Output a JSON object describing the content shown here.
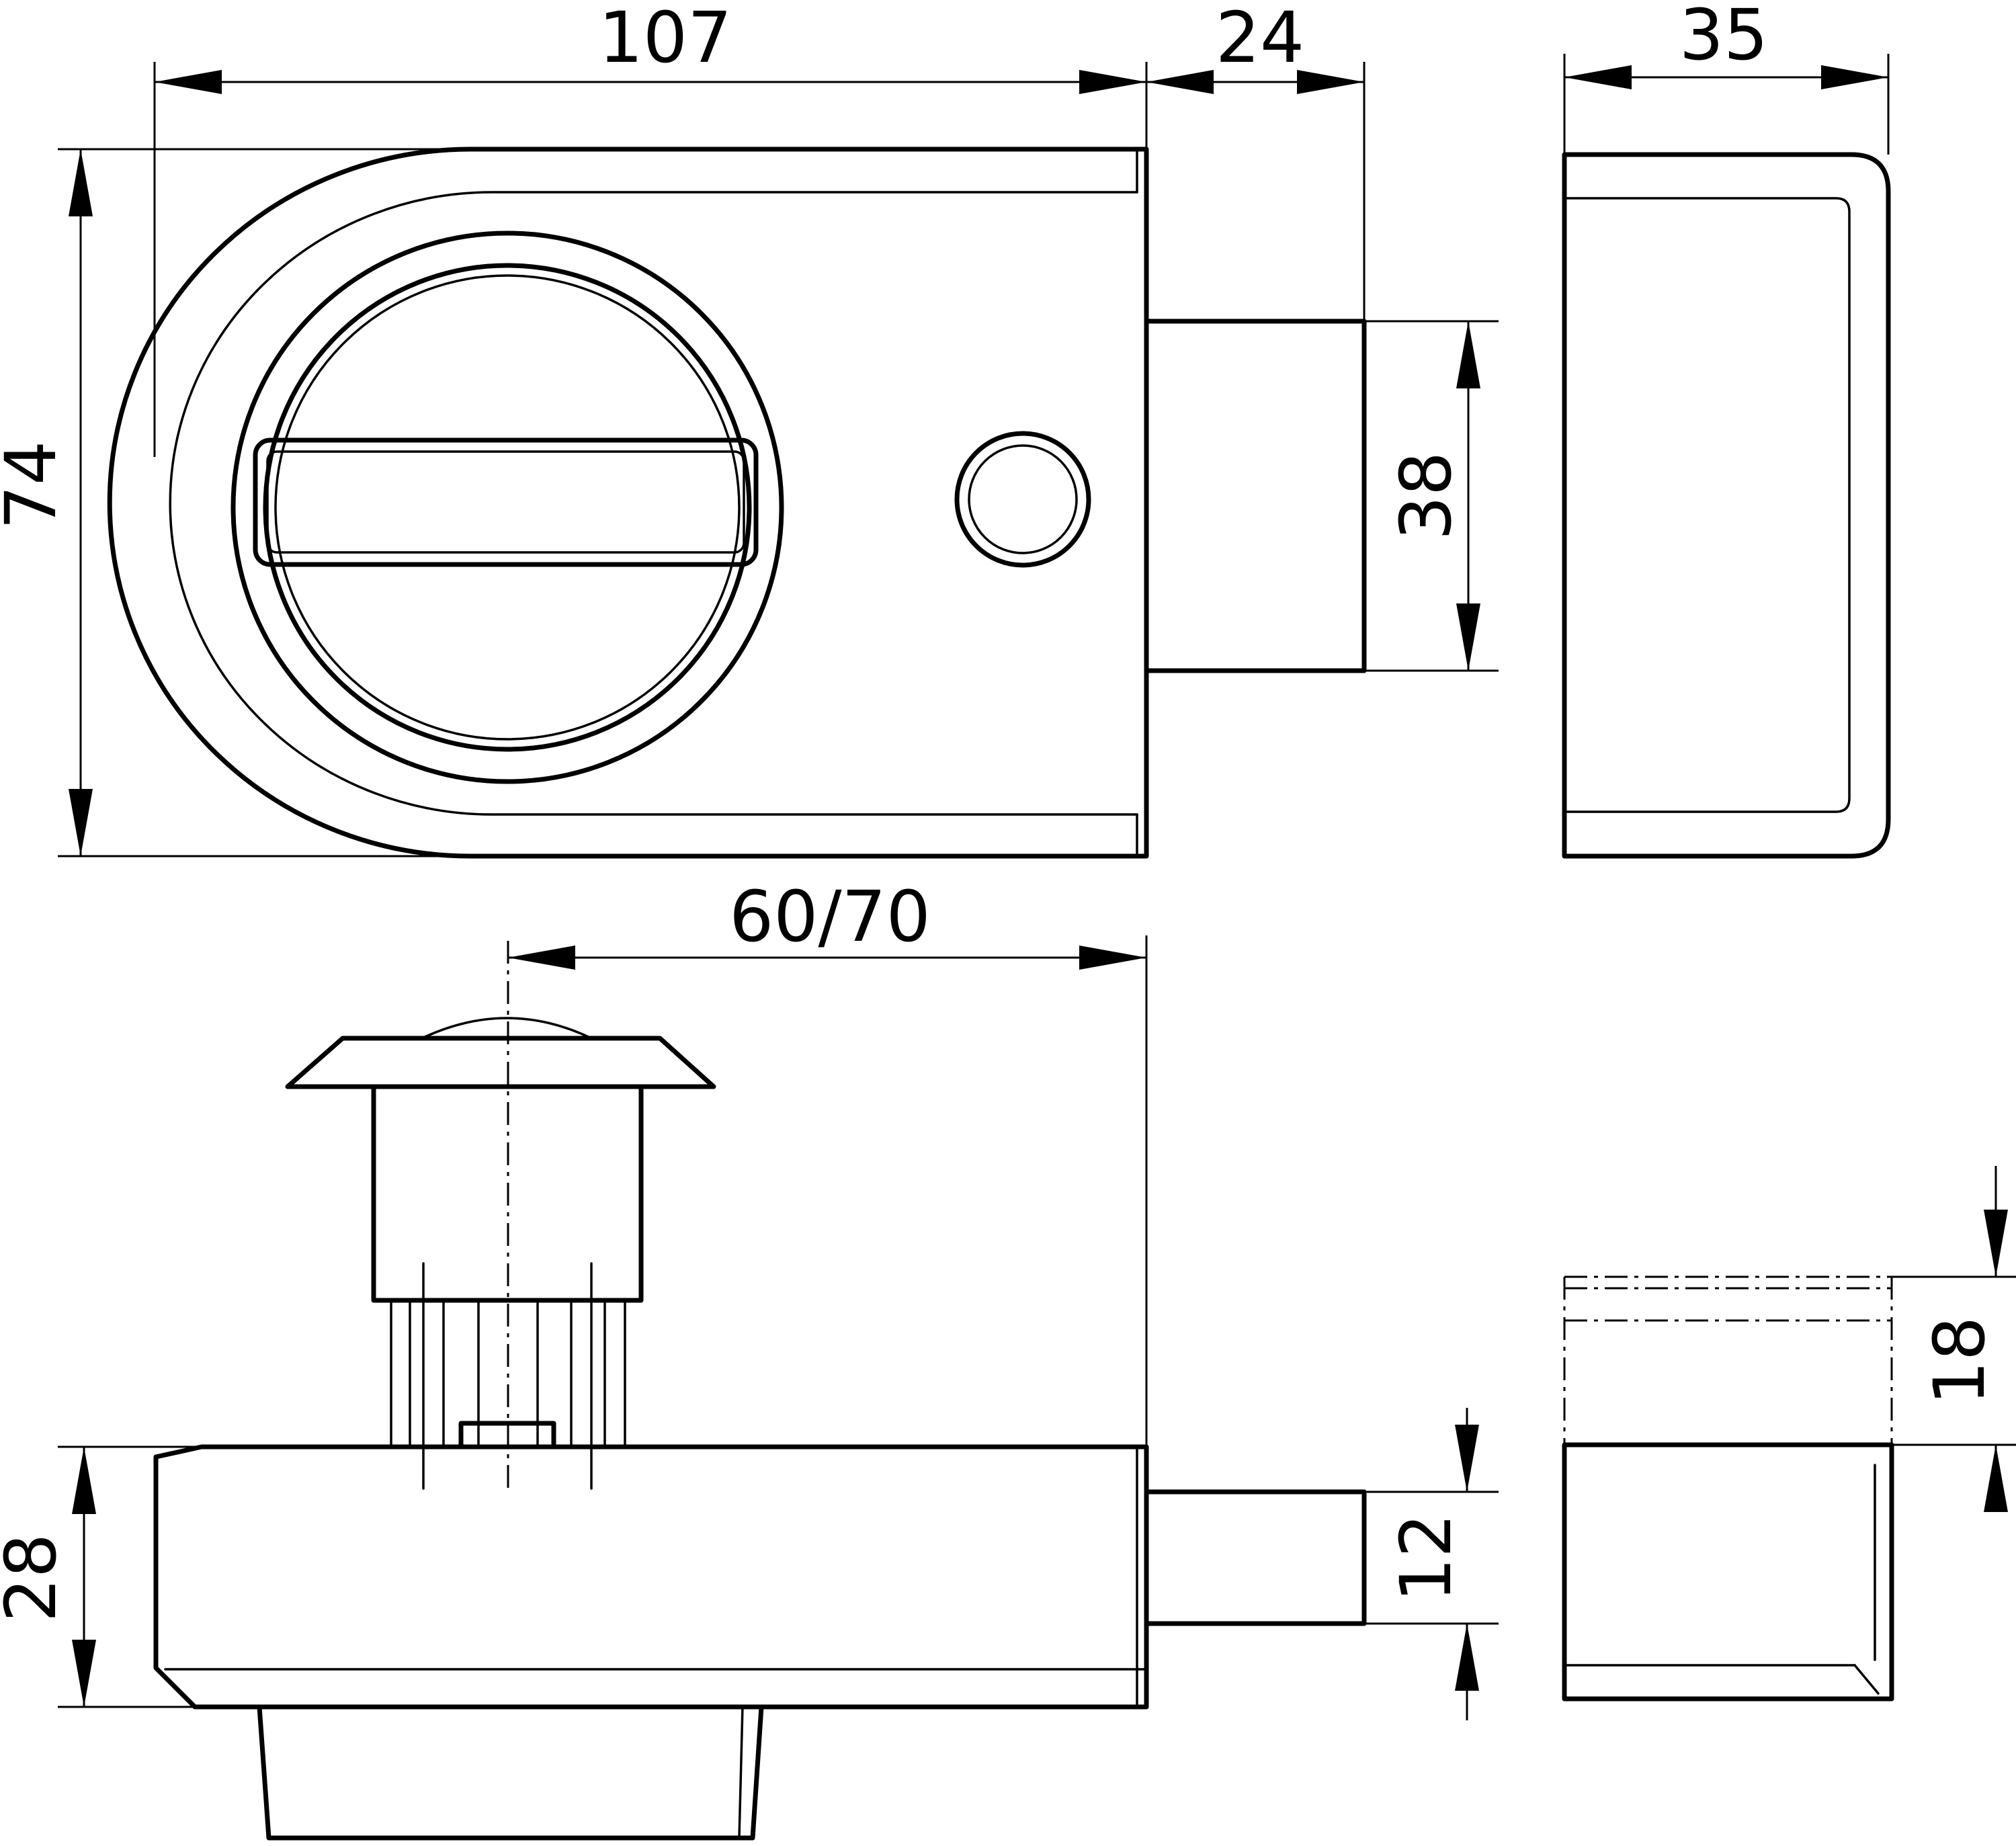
{
  "dimensions": {
    "width_top": "107",
    "bolt_projection": "24",
    "keeper_width": "35",
    "height": "74",
    "bolt_height": "38",
    "backset": "60/70",
    "body_depth": "28",
    "bolt_thickness": "12",
    "keeper_depth": "18"
  },
  "colors": {
    "line": "#000000",
    "background": "#ffffff"
  }
}
